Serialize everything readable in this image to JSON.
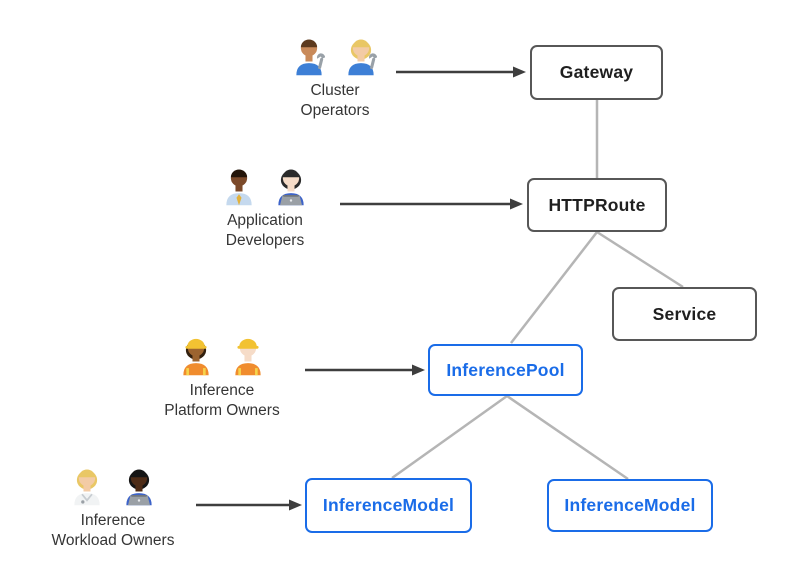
{
  "diagram": {
    "colors": {
      "resource_border": "#575757",
      "resource_text": "#1f1f1f",
      "extension_accent": "#1a6ce8",
      "relation_line": "#b5b5b5",
      "actor_arrow": "#3e3e3e",
      "background": "#ffffff"
    },
    "boxes": {
      "gateway": {
        "label": "Gateway"
      },
      "httproute": {
        "label": "HTTPRoute"
      },
      "service": {
        "label": "Service"
      },
      "inferencepool": {
        "label": "InferencePool"
      },
      "inferencemodel_left": {
        "label": "InferenceModel"
      },
      "inferencemodel_right": {
        "label": "InferenceModel"
      }
    },
    "relationships": [
      {
        "from": "Gateway",
        "to": "HTTPRoute"
      },
      {
        "from": "HTTPRoute",
        "to": "InferencePool"
      },
      {
        "from": "HTTPRoute",
        "to": "Service"
      },
      {
        "from": "InferencePool",
        "to": "InferenceModel (left)"
      },
      {
        "from": "InferencePool",
        "to": "InferenceModel (right)"
      }
    ],
    "actor_arrows": [
      {
        "from": "Cluster Operators",
        "to": "Gateway"
      },
      {
        "from": "Application Developers",
        "to": "HTTPRoute"
      },
      {
        "from": "Inference Platform Owners",
        "to": "InferencePool"
      },
      {
        "from": "Inference Workload Owners",
        "to": "InferenceModel (left)"
      }
    ],
    "actors": [
      {
        "label_line1": "Cluster",
        "label_line2": "Operators",
        "people": [
          {
            "emoji": "👨🏽‍🔧",
            "name": "man-mechanic-medium-skin",
            "skin": "#c98a5a",
            "hair": "#5d3a1e",
            "top": "#3d7fd6",
            "accessory": "wrench",
            "long_hair": false
          },
          {
            "emoji": "👩🏼‍🔧",
            "name": "woman-mechanic-blonde",
            "skin": "#f3cba5",
            "hair": "#e9c765",
            "top": "#3d7fd6",
            "accessory": "wrench",
            "long_hair": true
          }
        ]
      },
      {
        "label_line1": "Application",
        "label_line2": "Developers",
        "people": [
          {
            "emoji": "👨🏿‍💼",
            "name": "man-office-worker-dark-skin",
            "skin": "#7c4a2a",
            "hair": "#241509",
            "top": "#c5d9ee",
            "accessory": "tie",
            "long_hair": false
          },
          {
            "emoji": "👩🏻‍💻",
            "name": "woman-technologist-light-skin",
            "skin": "#f6dcc8",
            "hair": "#2b2b2b",
            "top": "#3d63c9",
            "accessory": "laptop",
            "long_hair": true
          }
        ]
      },
      {
        "label_line1": "Inference",
        "label_line2": "Platform Owners",
        "people": [
          {
            "emoji": "👷🏾‍♀️",
            "name": "woman-construction-worker-dark-skin",
            "skin": "#9c6430",
            "hair": "#32200f",
            "top": "#f08c2e",
            "accessory": "hardhat",
            "long_hair": true
          },
          {
            "emoji": "👷🏻",
            "name": "man-construction-worker-light-skin",
            "skin": "#f6dcc8",
            "hair": "#8a6540",
            "top": "#f08c2e",
            "accessory": "hardhat",
            "long_hair": false
          }
        ]
      },
      {
        "label_line1": "Inference",
        "label_line2": "Workload Owners",
        "people": [
          {
            "emoji": "🧑🏼‍⚕️",
            "name": "health-worker-blonde",
            "skin": "#f3cba5",
            "hair": "#e9c765",
            "top": "#f1f3f4",
            "accessory": "coat",
            "long_hair": true
          },
          {
            "emoji": "🧑🏿‍💻",
            "name": "person-technologist-dark-skin",
            "skin": "#4e2c17",
            "hair": "#151515",
            "top": "#3d63c9",
            "accessory": "laptop",
            "long_hair": true
          }
        ]
      }
    ]
  }
}
